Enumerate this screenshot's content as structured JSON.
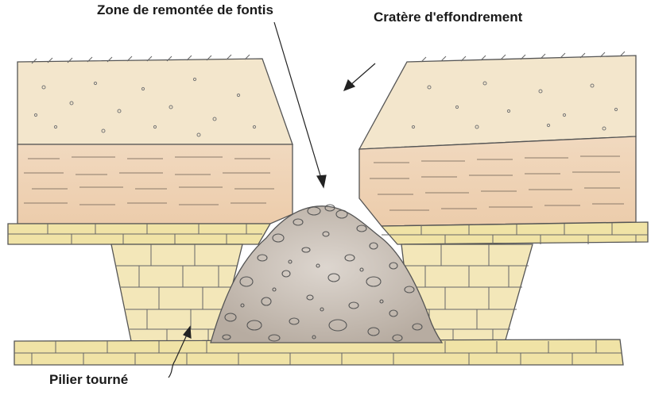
{
  "labels": {
    "rubble_zone": "Zone de remontée de fontis",
    "crater": "Cratère d'effondrement",
    "pillar": "Pilier tourné"
  },
  "colors": {
    "topsoil": "#f3e6cc",
    "clay": "#efd2b6",
    "limestone": "#f0e3a6",
    "pillar": "#f3e7b9",
    "rubble": "#c9bfb5",
    "line": "#4a4a4a"
  }
}
